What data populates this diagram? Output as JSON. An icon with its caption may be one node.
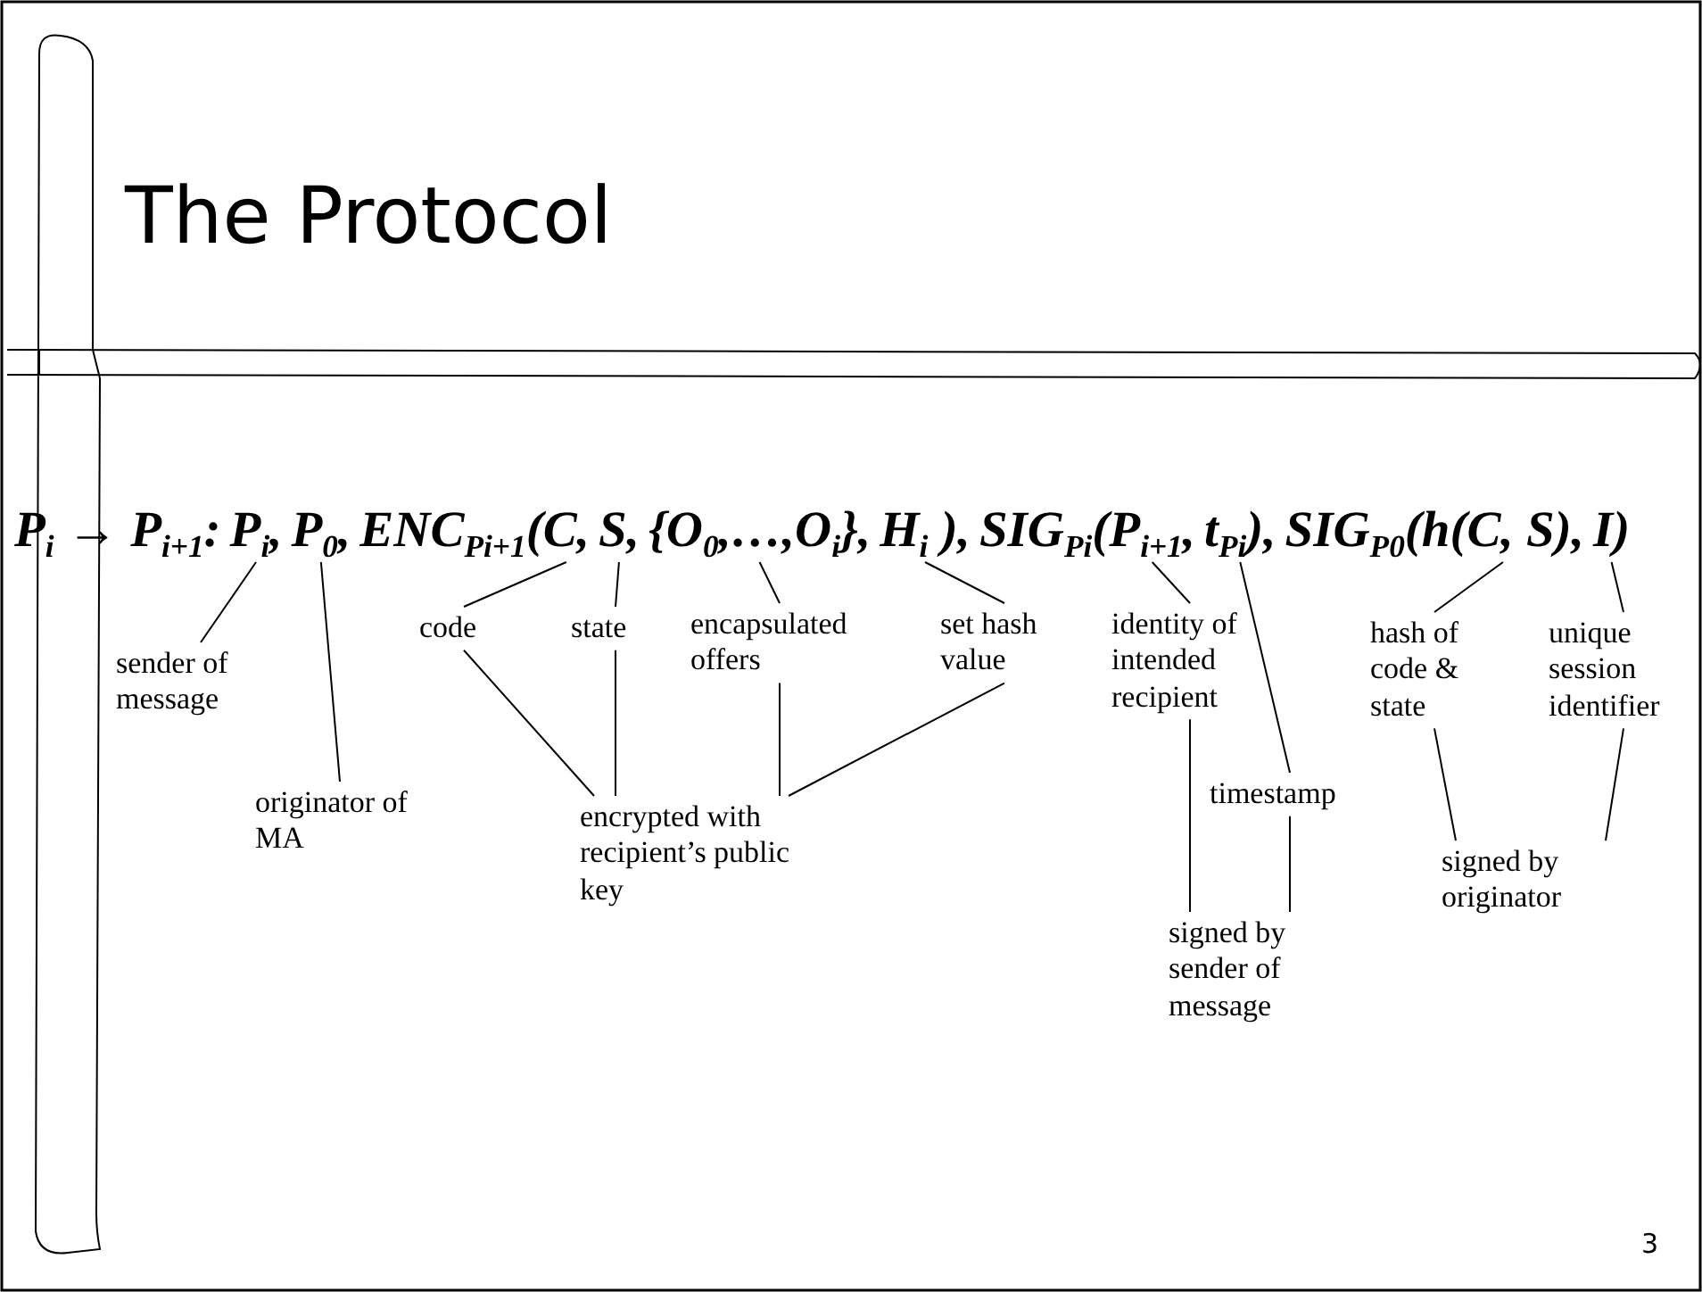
{
  "diagram": {
    "title": "The Protocol",
    "nodes": [
      {
        "text": [
          "P$_{i}$ → P$_{i+1}$:"
        ]
      },
      {
        "text": [
          "P$_{i}$,"
        ]
      },
      {
        "text": [
          "P$_{0}$,"
        ]
      },
      {
        "text": [
          "ENC$_{Pi+1}$("
        ]
      },
      {
        "text": [
          "C,"
        ]
      },
      {
        "text": [
          "S,"
        ]
      },
      {
        "text": [
          "{O$_{0}$,…,O$_{i}$},"
        ]
      },
      {
        "text": [
          "H$_{i}$ ),"
        ]
      },
      {
        "text": [
          "SIG$_{Pi}$("
        ]
      },
      {
        "text": [
          "P$_{i+1}$,"
        ]
      },
      {
        "text": [
          "t$_{Pi}$),"
        ]
      },
      {
        "text": [
          "SIG$_{P0}$("
        ]
      },
      {
        "text": [
          "h(C, S),"
        ]
      },
      {
        "text": [
          "I)"
        ]
      },
      {
        "text": [
          "sender of message"
        ]
      },
      {
        "text": [
          "originator of MA"
        ]
      },
      {
        "text": [
          "code"
        ]
      },
      {
        "text": [
          "state"
        ]
      },
      {
        "text": [
          "encapsulated offers"
        ]
      },
      {
        "text": [
          "set hash value"
        ]
      },
      {
        "text": [
          "identity of intended recipient"
        ]
      },
      {
        "text": [
          "timestamp"
        ]
      },
      {
        "text": [
          "hash of code & state"
        ]
      },
      {
        "text": [
          "unique session identifier"
        ]
      },
      {
        "text": [
          "encrypted with recipient’s public key"
        ]
      },
      {
        "text": [
          "signed by sender of message"
        ]
      },
      {
        "text": [
          "signed by originator"
        ]
      }
    ],
    "edges": [
      {
        "from": 14,
        "to": 1,
        "arrow": "none"
      },
      {
        "from": 15,
        "to": 2,
        "arrow": "none"
      },
      {
        "from": 16,
        "to": 4,
        "arrow": "none"
      },
      {
        "from": 17,
        "to": 5,
        "arrow": "none"
      },
      {
        "from": 18,
        "to": 6,
        "arrow": "none"
      },
      {
        "from": 19,
        "to": 7,
        "arrow": "none"
      },
      {
        "from": 20,
        "to": 9,
        "arrow": "none"
      },
      {
        "from": 21,
        "to": 10,
        "arrow": "none"
      },
      {
        "from": 22,
        "to": 12,
        "arrow": "none"
      },
      {
        "from": 23,
        "to": 13,
        "arrow": "none"
      },
      {
        "from": 16,
        "to": 24,
        "arrow": "none"
      },
      {
        "from": 17,
        "to": 24,
        "arrow": "none"
      },
      {
        "from": 18,
        "to": 24,
        "arrow": "none"
      },
      {
        "from": 19,
        "to": 24,
        "arrow": "none"
      },
      {
        "from": 20,
        "to": 25,
        "arrow": "none"
      },
      {
        "from": 21,
        "to": 25,
        "arrow": "none"
      },
      {
        "from": 22,
        "to": 26,
        "arrow": "none"
      },
      {
        "from": 23,
        "to": 26,
        "arrow": "none"
      }
    ],
    "labels": [
      "3"
    ]
  }
}
